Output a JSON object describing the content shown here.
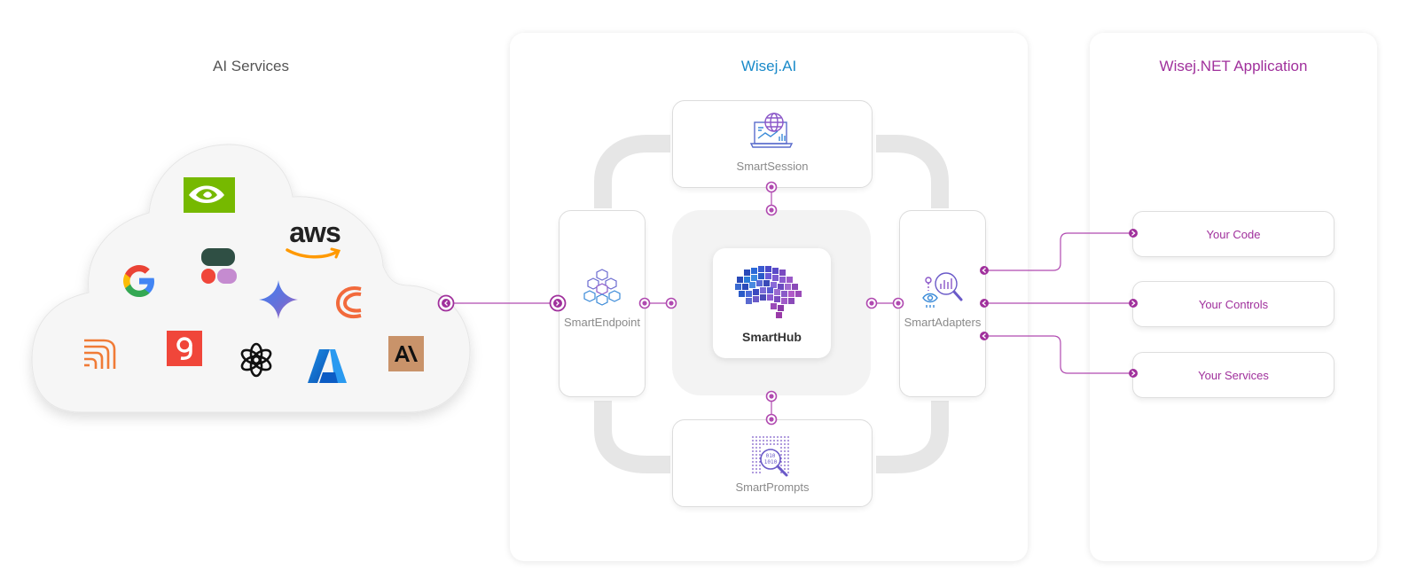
{
  "colors": {
    "accent_purple": "#a0309c",
    "accent_blue": "#1a8ac9",
    "title_gray": "#555555",
    "connector": "#b04ab0"
  },
  "ai_services": {
    "title": "AI Services",
    "logos": [
      {
        "name": "nvidia-logo",
        "color": "#76b900"
      },
      {
        "name": "aws-logo",
        "text": "aws",
        "color": "#222222"
      },
      {
        "name": "google-logo",
        "color": "#4285f4"
      },
      {
        "name": "mistral-logo",
        "color": "#2f4f44"
      },
      {
        "name": "gemini-logo",
        "color": "#4a7bd9"
      },
      {
        "name": "claude-logo",
        "color": "#f26a3c"
      },
      {
        "name": "sambanova-logo",
        "color": "#f07b36"
      },
      {
        "name": "groq-logo",
        "color": "#f0463a"
      },
      {
        "name": "openai-logo",
        "color": "#111111"
      },
      {
        "name": "azure-logo",
        "color": "#1269c9"
      },
      {
        "name": "anthropic-logo",
        "color": "#c9936a"
      }
    ]
  },
  "wisej_ai": {
    "title": "Wisej.AI",
    "smart_session": {
      "label": "SmartSession",
      "icon": "globe-laptop-icon"
    },
    "smart_endpoint": {
      "label": "SmartEndpoint",
      "icon": "cubes-icon"
    },
    "smart_hub": {
      "label": "SmartHub",
      "icon": "pixel-brain-icon"
    },
    "smart_adapters": {
      "label": "SmartAdapters",
      "icon": "analytics-search-icon"
    },
    "smart_prompts": {
      "label": "SmartPrompts",
      "icon": "binary-search-icon"
    }
  },
  "wisej_app": {
    "title": "Wisej.NET Application",
    "items": [
      {
        "label": "Your Code"
      },
      {
        "label": "Your Controls"
      },
      {
        "label": "Your Services"
      }
    ]
  }
}
